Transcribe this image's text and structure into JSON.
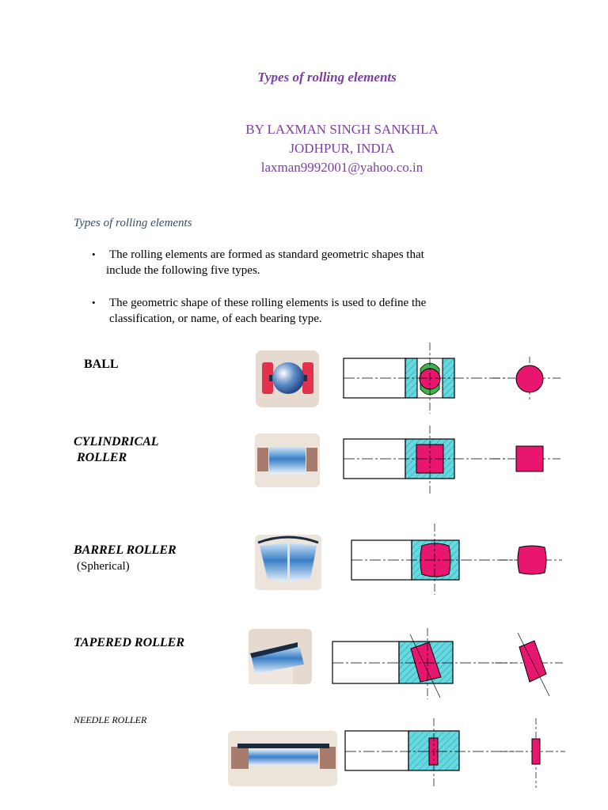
{
  "document": {
    "title": "Types of rolling elements",
    "author_lines": [
      "BY LAXMAN SINGH SANKHLA",
      "JODHPUR, INDIA",
      "laxman9992001@yahoo.co.in"
    ],
    "section_heading": "Types of rolling elements",
    "bullets": [
      {
        "line1": "The rolling elements are formed as standard geometric shapes that",
        "line2": "include the following five types."
      },
      {
        "line1": "The geometric shape of these rolling elements is used to define the",
        "line2": "classification, or name, of each bearing type."
      }
    ]
  },
  "elements": {
    "ball": {
      "label": "BALL"
    },
    "cylindrical": {
      "label_line1": "CYLINDRICAL",
      "label_line2": "ROLLER"
    },
    "barrel": {
      "label": "BARREL ROLLER",
      "sublabel": "(Spherical)"
    },
    "tapered": {
      "label": "TAPERED ROLLER"
    },
    "needle": {
      "label": "NEEDLE ROLLER"
    }
  },
  "colors": {
    "accent_text": "#7a3fa0",
    "roller_fill": "#e8166e",
    "race_fill": "#66d8e0",
    "cage_green": "#3cb44a"
  }
}
